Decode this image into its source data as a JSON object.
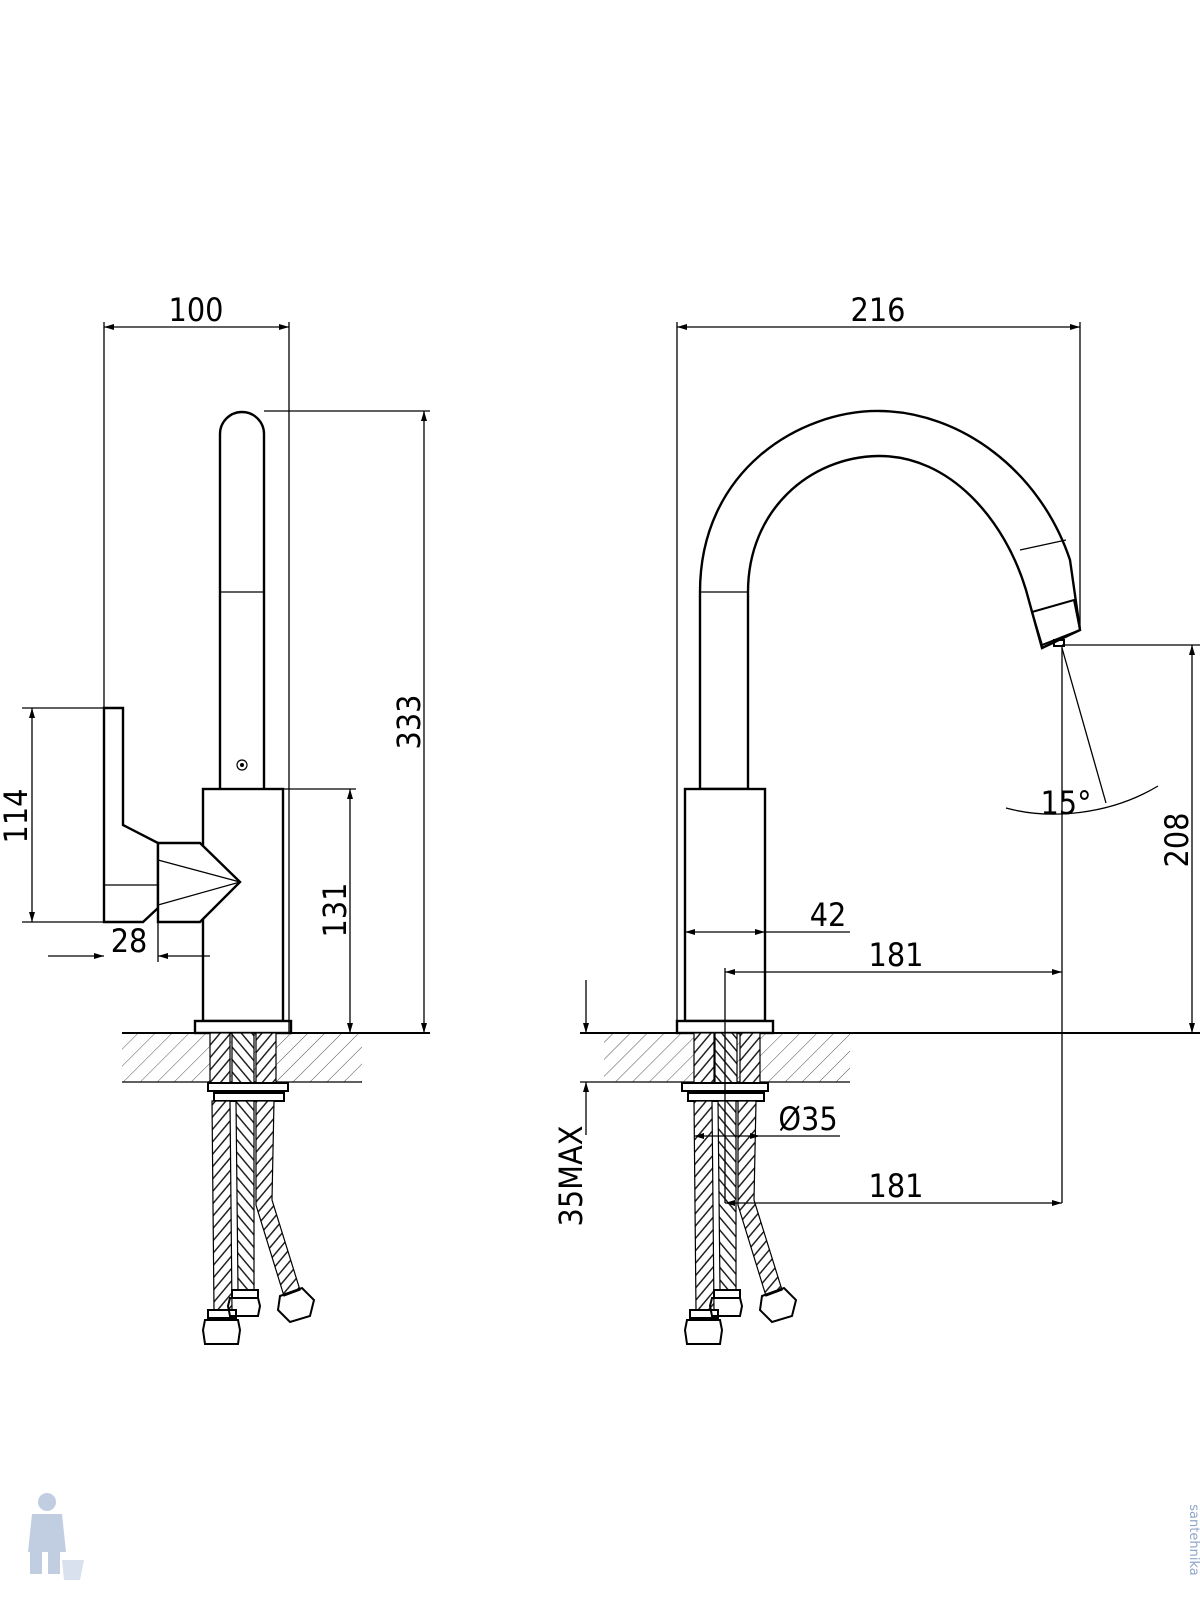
{
  "diagram": {
    "side_view": {
      "dimensions": {
        "width_top": "100",
        "total_height": "333",
        "handle_height": "114",
        "body_height": "131",
        "handle_offset": "28"
      }
    },
    "front_view": {
      "dimensions": {
        "total_width": "216",
        "spout_height": "208",
        "body_width": "42",
        "reach_top": "181",
        "reach_bottom": "181",
        "hole_diameter": "Ø35",
        "counter_thickness": "35MAX",
        "swivel_angle": "15°"
      }
    }
  },
  "watermark": {
    "text": "santehnika",
    "icon": "plumber-logo-icon"
  },
  "colors": {
    "line": "#000000",
    "background": "#ffffff",
    "watermark": "#8fa7c9"
  }
}
